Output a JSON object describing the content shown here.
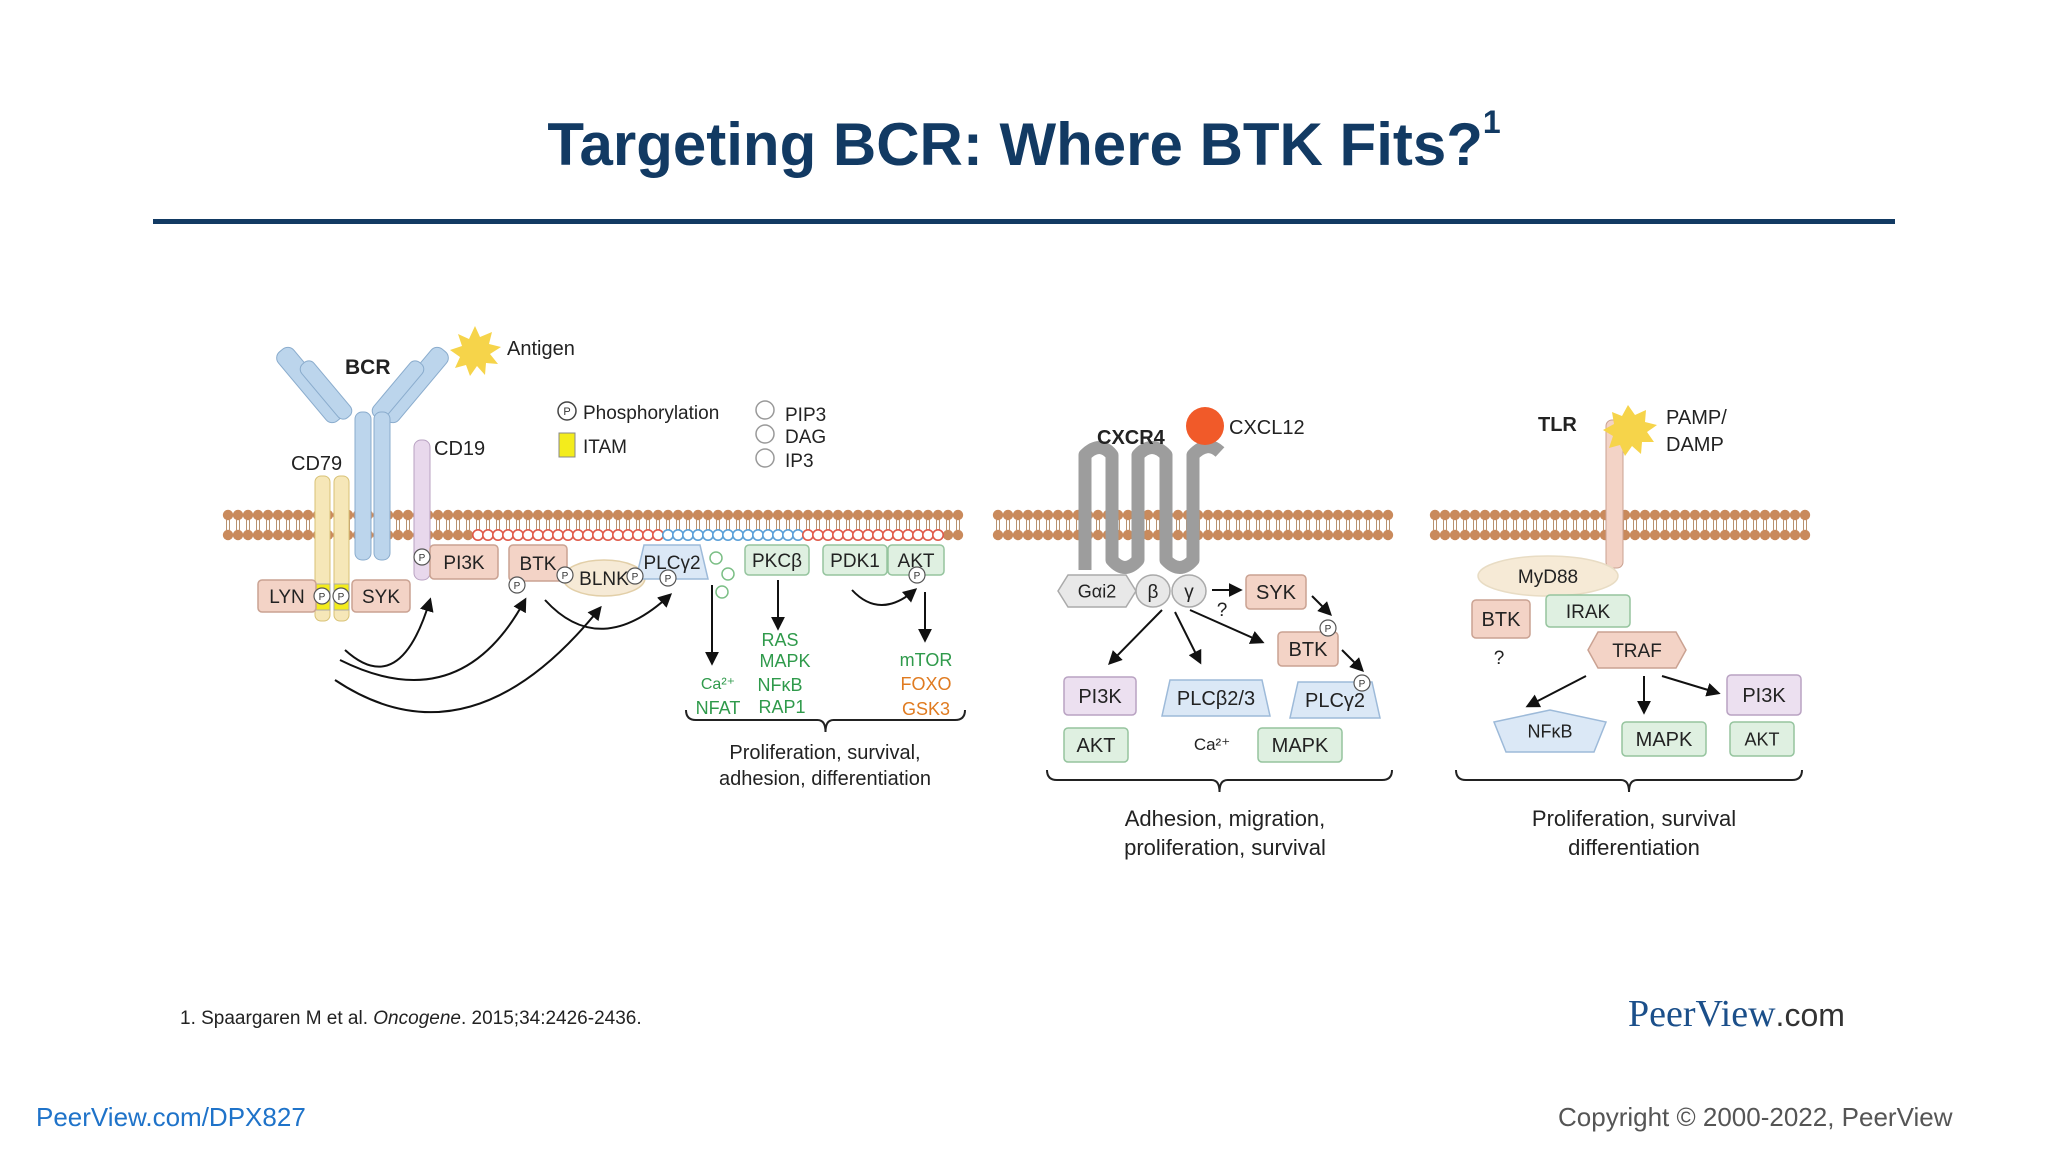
{
  "title": "Targeting BCR: Where BTK Fits?",
  "title_ref": "1",
  "legend": {
    "phosphorylation": "Phosphorylation",
    "itam": "ITAM",
    "pip3": "PIP3",
    "dag": "DAG",
    "ip3": "IP3",
    "p_symbol": "P"
  },
  "bcr_panel": {
    "antigen": "Antigen",
    "bcr": "BCR",
    "cd79": "CD79",
    "cd19": "CD19",
    "lyn": "LYN",
    "syk": "SYK",
    "pi3k": "PI3K",
    "btk": "BTK",
    "blnk": "BLNK",
    "plcg2": "PLCγ2",
    "pkcb": "PKCβ",
    "pdk1": "PDK1",
    "akt": "AKT",
    "out_ca": "Ca²⁺",
    "out_nfat": "NFAT",
    "out_ras": "RAS",
    "out_mapk": "MAPK",
    "out_nfkb": "NFκB",
    "out_rap1": "RAP1",
    "out_mtor": "mTOR",
    "out_foxo": "FOXO",
    "out_gsk3": "GSK3",
    "outcome_line1": "Proliferation, survival,",
    "outcome_line2": "adhesion, differentiation"
  },
  "cxcr4_panel": {
    "cxcr4": "CXCR4",
    "cxcl12": "CXCL12",
    "gai2": "Gαi2",
    "beta": "β",
    "gamma": "γ",
    "question": "?",
    "syk": "SYK",
    "btk": "BTK",
    "pi3k": "PI3K",
    "plcb": "PLCβ2/3",
    "plcg2": "PLCγ2",
    "akt": "AKT",
    "ca": "Ca²⁺",
    "mapk": "MAPK",
    "outcome_line1": "Adhesion, migration,",
    "outcome_line2": "proliferation, survival"
  },
  "tlr_panel": {
    "tlr": "TLR",
    "pamp_line1": "PAMP/",
    "pamp_line2": "DAMP",
    "myd88": "MyD88",
    "btk": "BTK",
    "question": "?",
    "irak": "IRAK",
    "traf": "TRAF",
    "pi3k": "PI3K",
    "nfkb": "NFκB",
    "mapk": "MAPK",
    "akt": "AKT",
    "outcome_line1": "Proliferation, survival",
    "outcome_line2": "differentiation"
  },
  "colors": {
    "title": "#123a63",
    "membrane": "#c98a5c",
    "kinase_pink": "#f3d3c6",
    "node_green": "#dff0e1",
    "node_purple": "#ece0f0",
    "node_blue": "#dbe8f6",
    "text_green": "#2f9a4b",
    "text_orange": "#e07b20",
    "cxcl12": "#f15a29",
    "antigen": "#f6d44a",
    "itam": "#f3ec1c"
  },
  "footer": {
    "reference_prefix": "1. Spaargaren M et al. ",
    "reference_journal": "Oncogene",
    "reference_suffix": ". 2015;34:2426-2436.",
    "brand_name": "PeerView",
    "brand_domain": ".com",
    "course_link": "PeerView.com/DPX827",
    "copyright": "Copyright © 2000-2022, PeerView"
  }
}
